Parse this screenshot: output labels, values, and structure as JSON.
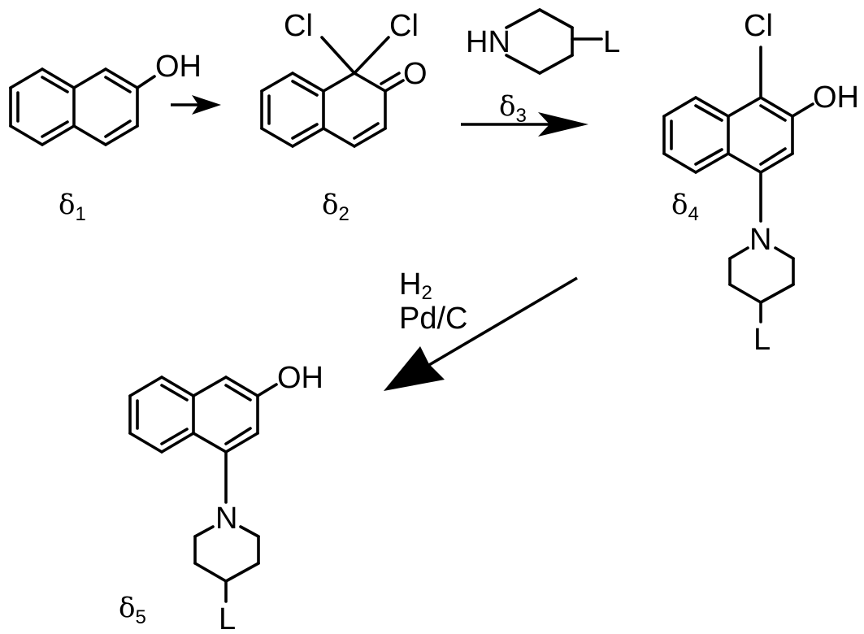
{
  "compounds": {
    "d1": {
      "label": "δ",
      "sub": "1",
      "oh": "OH"
    },
    "d2": {
      "label": "δ",
      "sub": "2",
      "cl_a": "Cl",
      "cl_b": "Cl",
      "o": "O"
    },
    "d3": {
      "hn": "HN",
      "l": "L"
    },
    "d4": {
      "label": "δ",
      "sub": "4",
      "cl": "Cl",
      "oh": "OH",
      "n": "N",
      "l": "L"
    },
    "d5": {
      "label": "δ",
      "sub": "5",
      "oh": "OH",
      "n": "N",
      "l": "L"
    }
  },
  "reagents": {
    "step2": {
      "label": "δ",
      "sub": "3"
    },
    "step3": {
      "h": "H",
      "h_sub": "2",
      "catalyst": "Pd/C"
    }
  }
}
